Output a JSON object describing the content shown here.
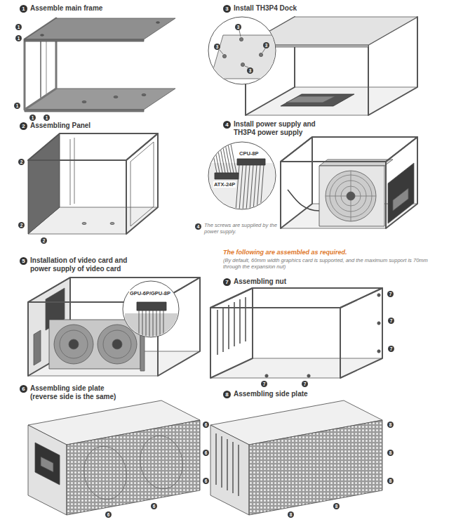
{
  "diagram": {
    "labels": [
      "1",
      "Assemble main frame",
      "3",
      "Install TH3P4 Dock",
      "2",
      "Assembling Panel",
      "4",
      "Install power supply and TH3P4 power supply",
      "CPU-8P",
      "ATX-24P",
      "4",
      "The screws are supplied by the power supply.",
      "5",
      "Installation of video card and power supply of video card",
      "GPU-6P/GPU-8P",
      "The following are assembled as required.",
      "(By default, 60mm width graphics card is supported, and the maximum support is 70mm through the expansion nut)",
      "7",
      "Assembling nut",
      "6",
      "Assembling side plate (reverse side is the same)",
      "8",
      "Assembling side plate",
      "1",
      "1",
      "1",
      "1",
      "1",
      "2",
      "2",
      "2",
      "3",
      "3",
      "3",
      "3",
      "7",
      "7",
      "7",
      "7",
      "7",
      "6",
      "6",
      "6",
      "6",
      "6",
      "8",
      "8",
      "8",
      "8",
      "8"
    ]
  }
}
